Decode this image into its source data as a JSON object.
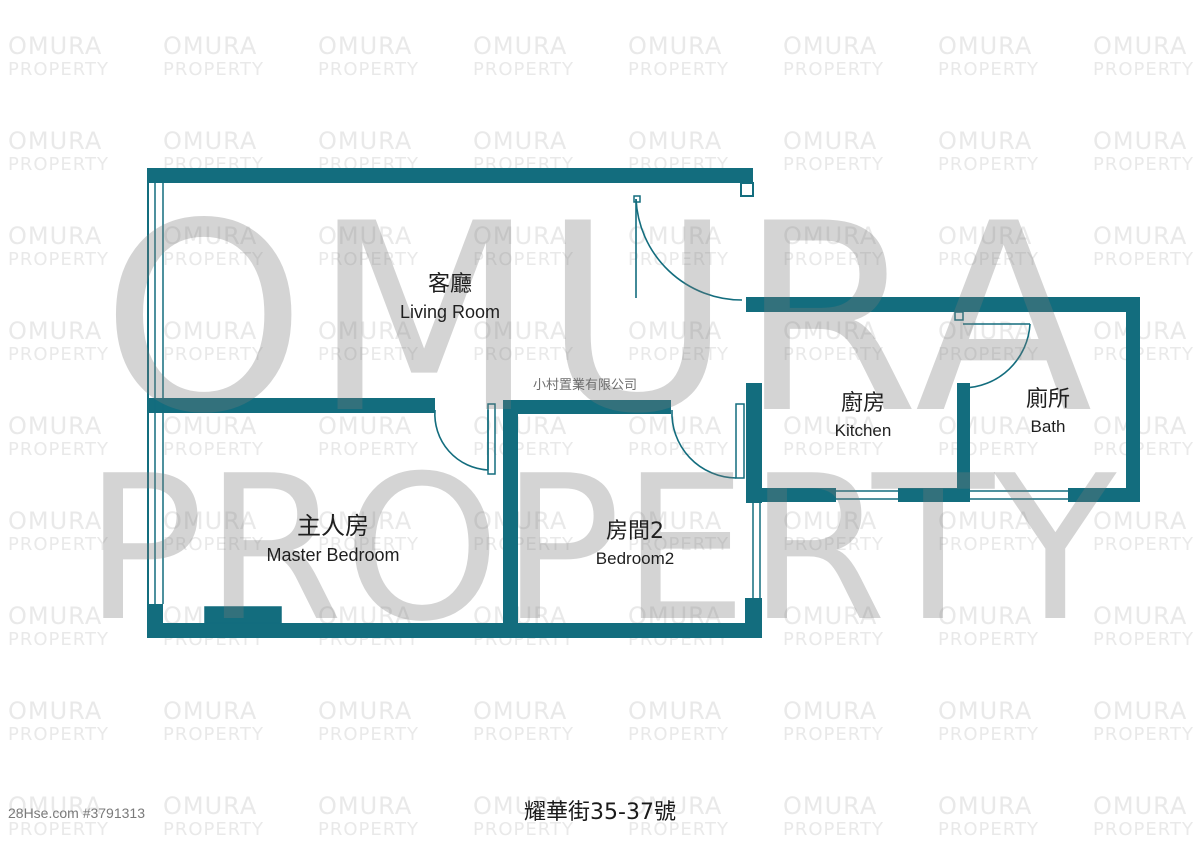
{
  "watermark": {
    "tile_line1": "OMURA",
    "tile_line2": "PROPERTY",
    "large_line1": "OMURA",
    "large_line2": "PROPERTY"
  },
  "colors": {
    "wall": "#136d7e",
    "door_arc": "#136d7e",
    "window_line": "#136d7e",
    "watermark_tile": "#e9e9e9",
    "watermark_large": "#9a9a9a"
  },
  "rooms": {
    "living": {
      "cn": "客廳",
      "en": "Living Room"
    },
    "master": {
      "cn": "主人房",
      "en": "Master Bedroom"
    },
    "bedroom2": {
      "cn": "房間2",
      "en": "Bedroom2"
    },
    "kitchen": {
      "cn": "廚房",
      "en": "Kitchen"
    },
    "bath": {
      "cn": "廁所",
      "en": "Bath"
    }
  },
  "company": "小村置業有限公司",
  "address": "耀華街35-37號",
  "listing_ref": "28Hse.com #3791313"
}
